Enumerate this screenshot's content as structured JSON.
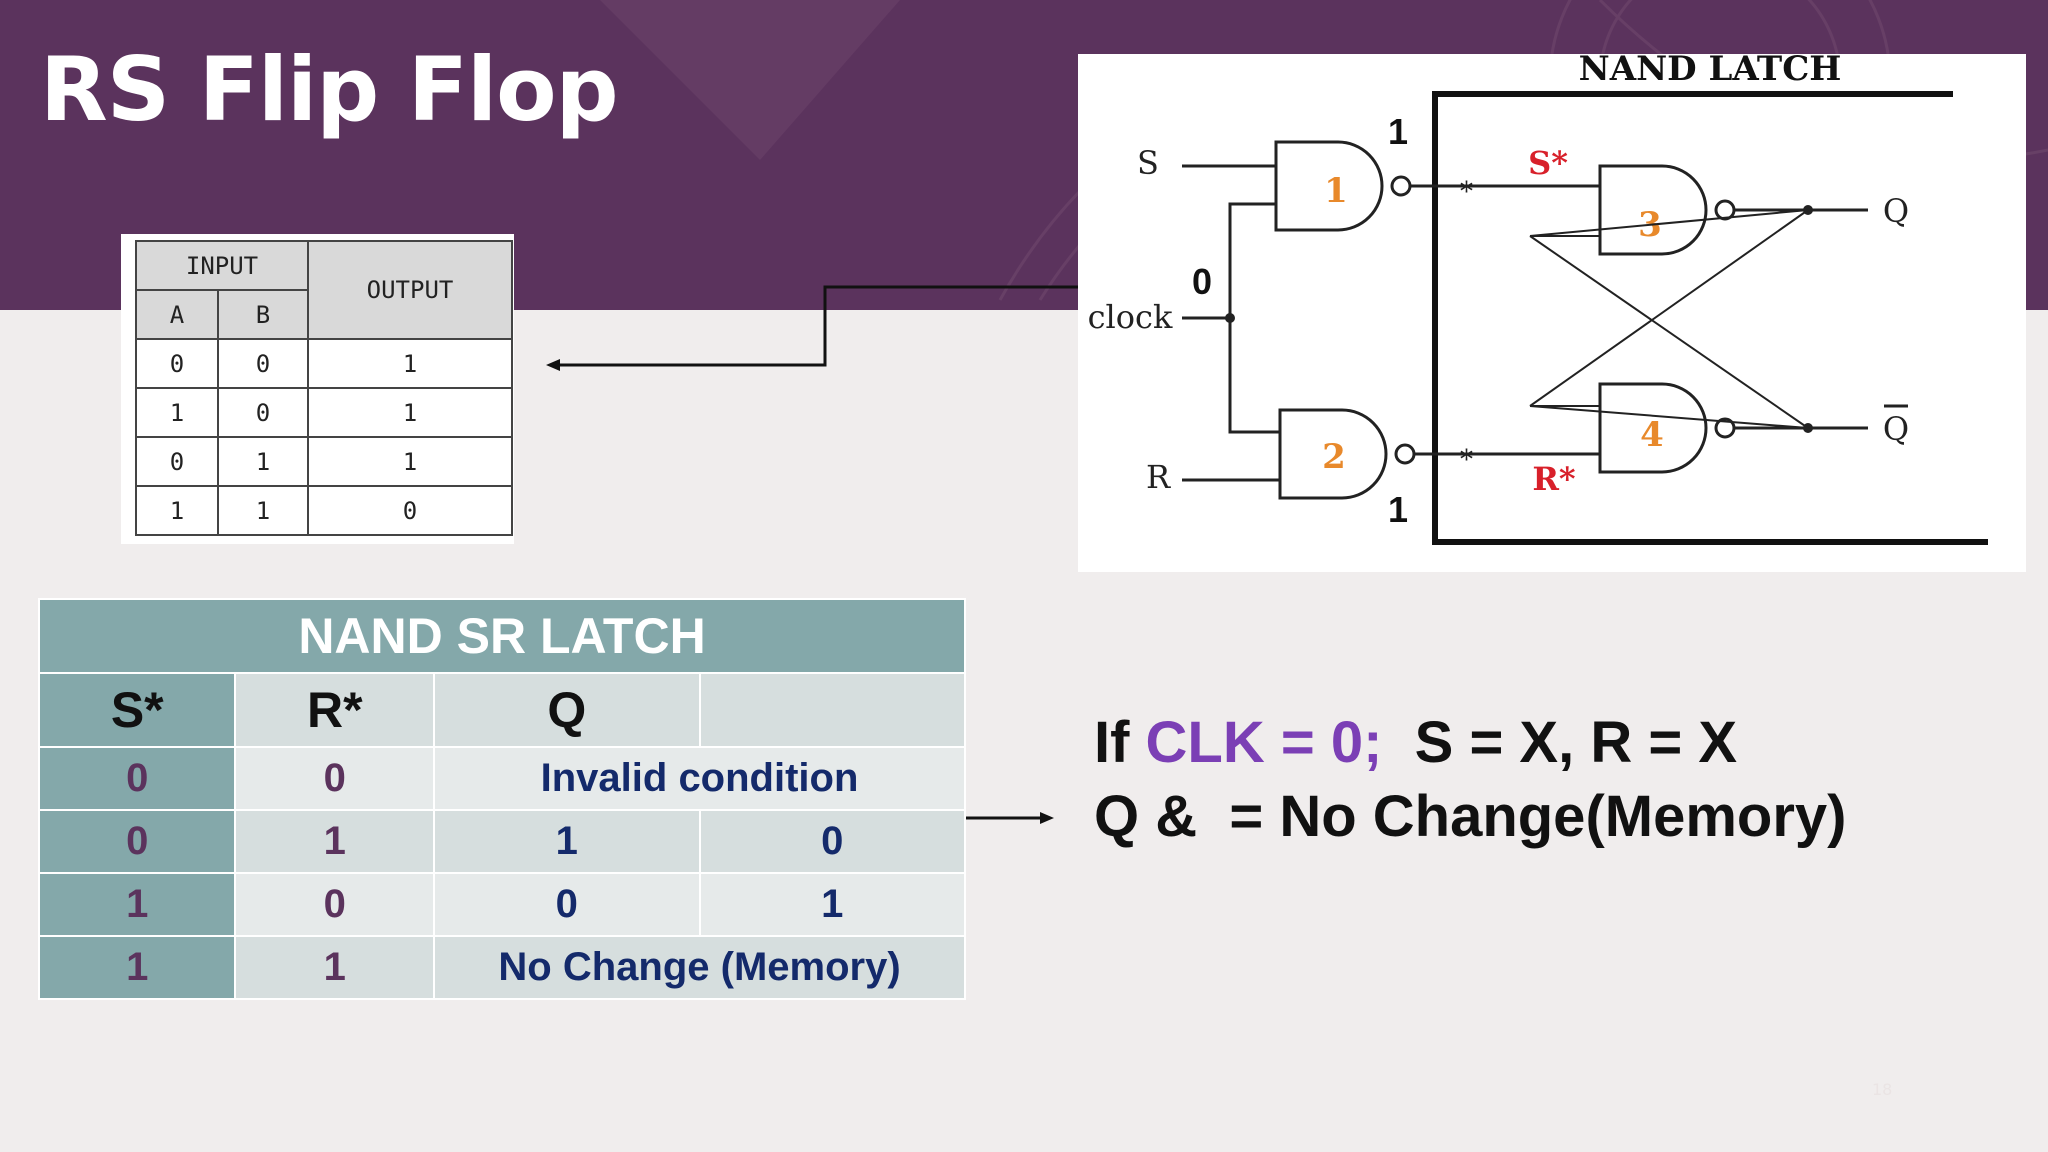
{
  "slide": {
    "title": "RS Flip Flop",
    "page_number": "18"
  },
  "nand_truth_table": {
    "header_input": "INPUT",
    "header_output": "OUTPUT",
    "col_a": "A",
    "col_b": "B",
    "rows": [
      {
        "a": "0",
        "b": "0",
        "out": "1"
      },
      {
        "a": "1",
        "b": "0",
        "out": "1"
      },
      {
        "a": "0",
        "b": "1",
        "out": "1"
      },
      {
        "a": "1",
        "b": "1",
        "out": "0"
      }
    ]
  },
  "circuit": {
    "title": "NAND LATCH",
    "input_s": "S",
    "input_r": "R",
    "input_clock": "clock",
    "output_q": "Q",
    "output_qbar": "Q",
    "label_s_star": "S*",
    "label_r_star": "R*",
    "gate_1": "1",
    "gate_2": "2",
    "gate_3": "3",
    "gate_4": "4",
    "value_top": "1",
    "value_clock": "0",
    "value_bottom": "1"
  },
  "latch_table": {
    "title": "NAND SR LATCH",
    "headers": [
      "S*",
      "R*",
      "Q",
      ""
    ],
    "rows": [
      {
        "s": "0",
        "r": "0",
        "merged": "Invalid condition"
      },
      {
        "s": "0",
        "r": "1",
        "q": "1",
        "qbar": "0"
      },
      {
        "s": "1",
        "r": "0",
        "q": "0",
        "qbar": "1"
      },
      {
        "s": "1",
        "r": "1",
        "merged": "No Change (Memory)"
      }
    ]
  },
  "statement": {
    "line1_prefix": "If ",
    "line1_highlight": "CLK = 0;",
    "line1_rest": "  S = X, R = X",
    "line2": "Q &  = No Change(Memory)"
  },
  "colors": {
    "banner": "#5b335d",
    "table_header": "#84a8aa",
    "highlight": "#7b3fb5",
    "gate_number": "#e8892b",
    "star_label": "#d8202a"
  }
}
